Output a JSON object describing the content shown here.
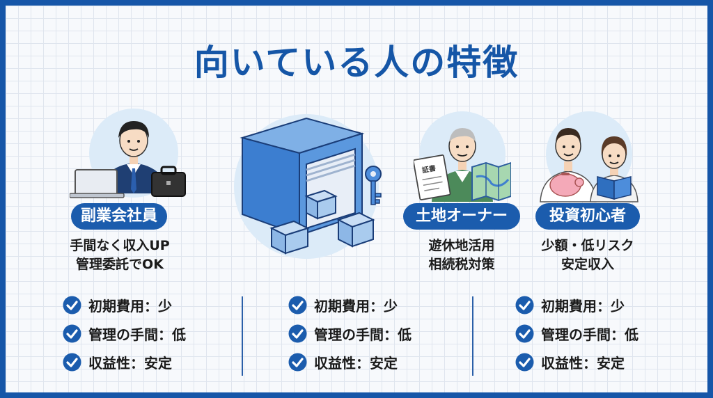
{
  "title": "向いている人の特徴",
  "personas": [
    {
      "label": "副業会社員",
      "desc": [
        "手間なく収入UP",
        "管理委託でOK"
      ]
    },
    {
      "label": "土地オーナー",
      "desc": [
        "遊休地活用",
        "相続税対策"
      ]
    },
    {
      "label": "投資初心者",
      "desc": [
        "少額・低リスク",
        "安定収入"
      ]
    }
  ],
  "illustration_texts": {
    "document_label": "証書"
  },
  "checklists": [
    {
      "items": [
        "初期費用：少",
        "管理の手間：低",
        "収益性：安定"
      ]
    },
    {
      "items": [
        "初期費用：少",
        "管理の手間：低",
        "収益性：安定"
      ]
    },
    {
      "items": [
        "初期費用：少",
        "管理の手間：低",
        "収益性：安定"
      ]
    }
  ],
  "icons": [
    "checkmark-circle-icon",
    "laptop-icon",
    "briefcase-icon",
    "storage-container-icon",
    "key-icon",
    "box-icon",
    "document-icon",
    "map-icon",
    "piggy-bank-icon",
    "book-icon"
  ],
  "colors": {
    "primary": "#1556a7",
    "frame": "#1656a8",
    "light_circle": "#dcebf8"
  }
}
